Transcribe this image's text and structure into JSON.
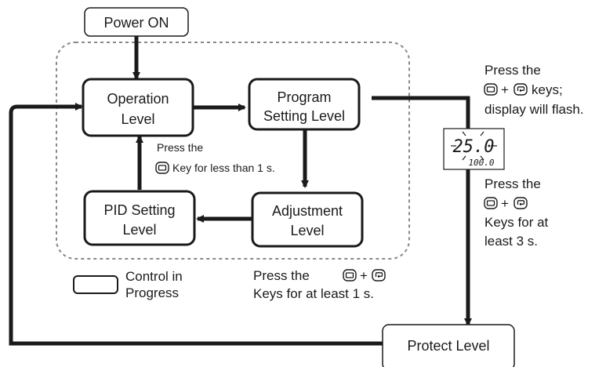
{
  "nodes": {
    "power_on": "Power ON",
    "operation_1": "Operation",
    "operation_2": "Level",
    "program_1": "Program",
    "program_2": "Setting Level",
    "adjustment_1": "Adjustment",
    "adjustment_2": "Level",
    "pid_1": "PID Setting",
    "pid_2": "Level",
    "protect": "Protect Level"
  },
  "annotations": {
    "inner_1": "Press the",
    "inner_2": "Key for less than 1 s.",
    "bottom_1": "Press the",
    "bottom_plus": "+",
    "bottom_2": "Keys for at least 1 s.",
    "top_right_1": "Press the",
    "top_right_plus": "+",
    "top_right_keys": "keys;",
    "top_right_3": "display will flash.",
    "mid_right_1": "Press the",
    "mid_right_plus": "+",
    "mid_right_3": "Keys for at",
    "mid_right_4": "least 3 s."
  },
  "legend": {
    "line_1": "Control in",
    "line_2": "Progress"
  },
  "lcd": {
    "main": "25.0",
    "sub": "100.0"
  },
  "icons": {
    "mode_key": "mode-key-icon",
    "return_key": "return-key-icon"
  }
}
